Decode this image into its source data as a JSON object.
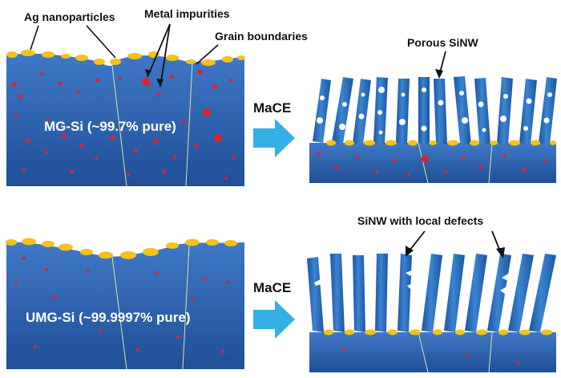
{
  "colors": {
    "silicon_top": "#3f78c6",
    "silicon_bottom": "#1f4f97",
    "wire": "#2f74c4",
    "wire_dark": "#1d559f",
    "silver": "#f4c21b",
    "impurity": "#e3202a",
    "grain": "#d8e2a8",
    "arrow": "#35b0e6",
    "pore": "#ffffff"
  },
  "top_panel": {
    "substrate_label": "MG-Si (~99.7% pure)",
    "process_label": "MaCE",
    "callouts": {
      "silver": "Ag nanoparticles",
      "impurities": "Metal impurities",
      "grain": "Grain boundaries",
      "porous": "Porous SiNW"
    }
  },
  "bottom_panel": {
    "substrate_label": "UMG-Si (~99.9997% pure)",
    "process_label": "MaCE",
    "callouts": {
      "defects": "SiNW with local defects"
    }
  }
}
